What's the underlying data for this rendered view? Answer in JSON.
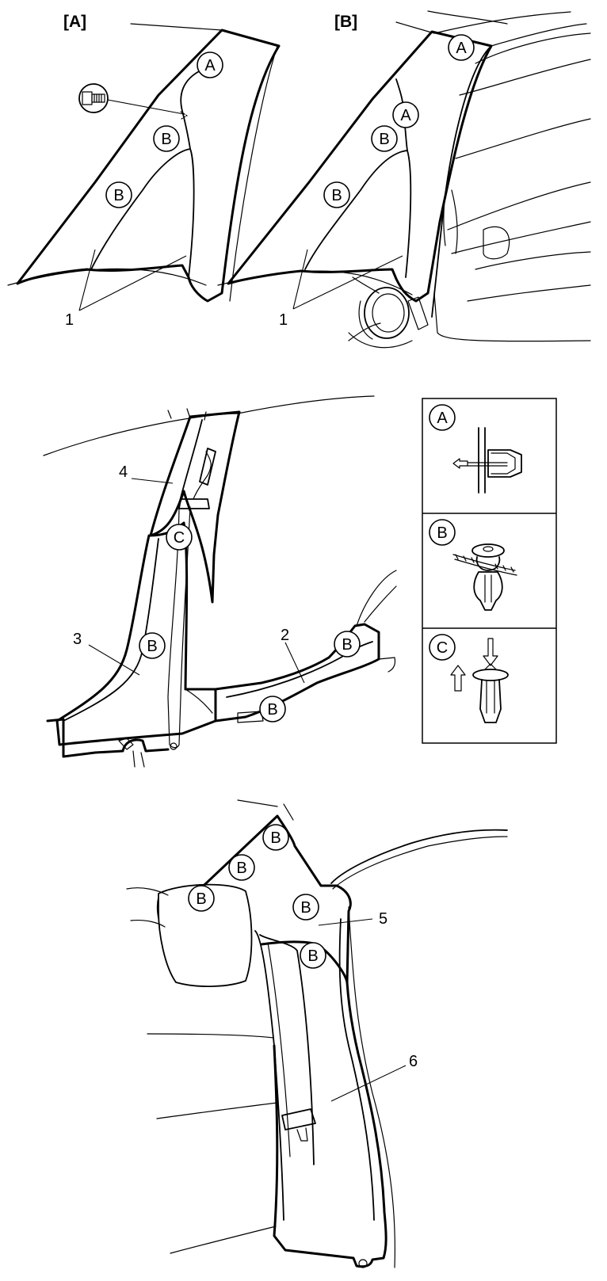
{
  "views": {
    "a": "[A]",
    "b": "[B]"
  },
  "clips": {
    "a": "A",
    "b": "B",
    "c": "C"
  },
  "parts": {
    "p1": "1",
    "p2": "2",
    "p3": "3",
    "p4": "4",
    "p5": "5",
    "p6": "6"
  }
}
